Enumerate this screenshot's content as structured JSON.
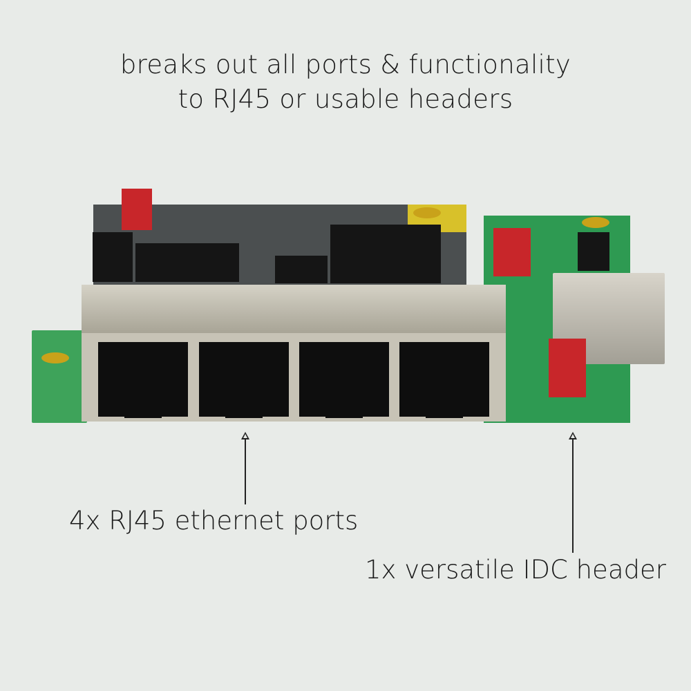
{
  "headline": {
    "line1": "breaks out all ports & functionality",
    "line2": "to RJ45 or usable headers"
  },
  "callouts": [
    {
      "label": "4x RJ45 ethernet ports",
      "target": "rj45-ports"
    },
    {
      "label": "1x versatile IDC header",
      "target": "idc-header"
    }
  ],
  "product": {
    "description": "breakout board PCB with 4 RJ45 jacks, red IDC headers and USB connector",
    "rj45_port_count": 4
  },
  "colors": {
    "background": "#e8ebe8",
    "text": "#1a1a1a",
    "pcb_green": "#2e9a52",
    "header_red": "#c8262a"
  }
}
